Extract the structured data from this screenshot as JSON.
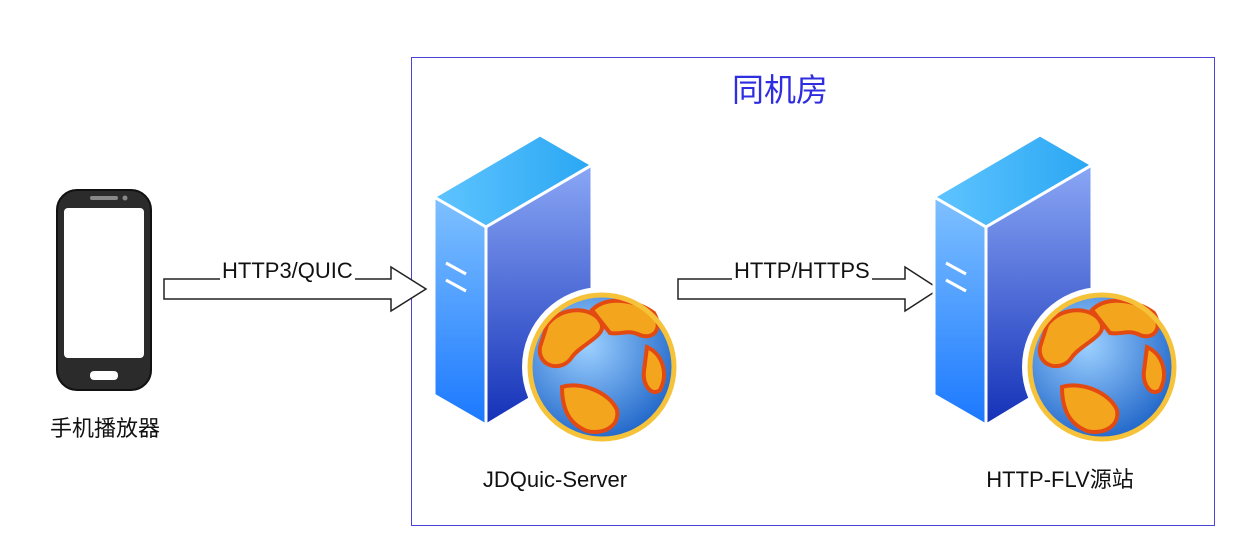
{
  "room": {
    "title": "同机房"
  },
  "phone": {
    "label": "手机播放器"
  },
  "server": {
    "label": "JDQuic-Server"
  },
  "origin": {
    "label": "HTTP-FLV源站"
  },
  "arrows": [
    {
      "label": "HTTP3/QUIC"
    },
    {
      "label": "HTTP/HTTPS"
    }
  ],
  "colors": {
    "room_border": "#4b44d6",
    "room_title": "#2f2de0",
    "server_blue": "#1f6fe0",
    "globe_ocean": "#4a8fd8",
    "globe_land": "#f0a020"
  },
  "icons": [
    "smartphone-icon",
    "server-globe-icon",
    "server-globe-icon"
  ]
}
